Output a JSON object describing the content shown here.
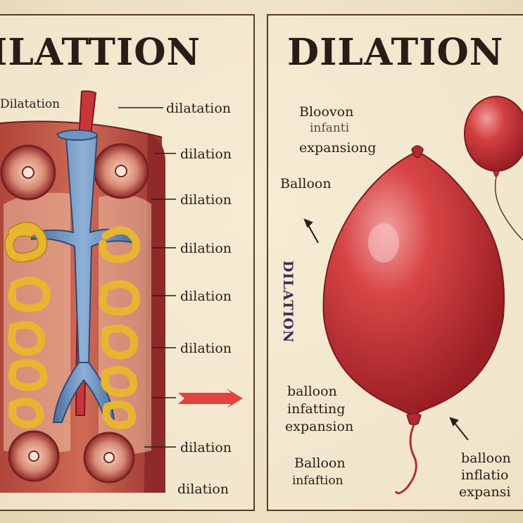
{
  "left": {
    "title": "ILATTION",
    "labels": [
      "Dilatation",
      "dilatation",
      "dilation",
      "dilation",
      "dilation",
      "dilation",
      "dilation",
      "dilation",
      "dilation"
    ]
  },
  "right": {
    "title": "DILATION",
    "label_top_1": "Bloovon",
    "label_top_2": "infanti",
    "label_top_3": "expansiong",
    "label_balloon": "Balloon",
    "vertical": "DILATION",
    "label_mid_1": "balloon",
    "label_mid_2": "infatting",
    "label_mid_3": "expansion",
    "label_bot_1": "Balloon",
    "label_bot_2": "infaftion",
    "label_br_1": "balloon",
    "label_br_2": "inflatio",
    "label_br_3": "expansi"
  },
  "colors": {
    "balloon_red": "#c8353b",
    "vessel_blue": "#5a86b8",
    "coil_yellow": "#e8b530",
    "tissue_dark_red": "#8e2a2a",
    "arrow_red": "#e2433f",
    "ink": "#2a1c17"
  }
}
